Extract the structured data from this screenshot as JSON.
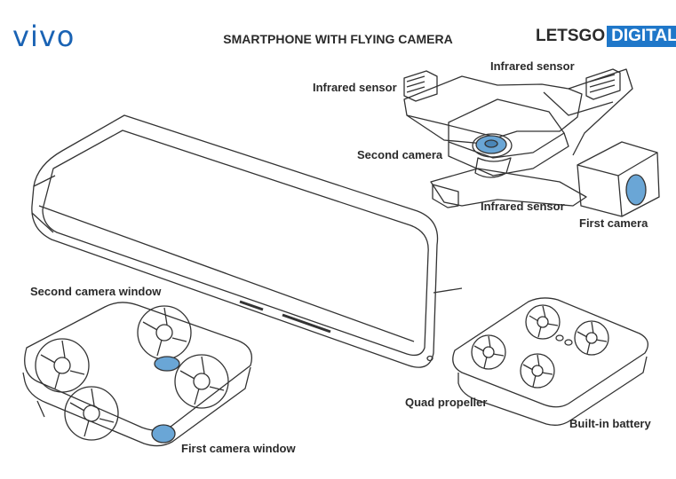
{
  "brand": {
    "logo": "vivo",
    "color": "#1a63b4"
  },
  "title": "SMARTPHONE WITH FLYING CAMERA",
  "publisher": {
    "part1": "LETSGO",
    "part2": "DIGITAL",
    "accent": "#1f77c9"
  },
  "labels": {
    "infrared_sensor_top": "Infrared sensor",
    "infrared_sensor_left": "Infrared sensor",
    "second_camera": "Second camera",
    "infrared_sensor_bottom": "Infrared sensor",
    "first_camera": "First camera",
    "second_camera_window": "Second camera window",
    "quad_propeller": "Quad propeller",
    "built_in_battery": "Built-in battery",
    "first_camera_window": "First camera window"
  },
  "colors": {
    "lens": "#6aa6d6",
    "line": "#333333"
  }
}
